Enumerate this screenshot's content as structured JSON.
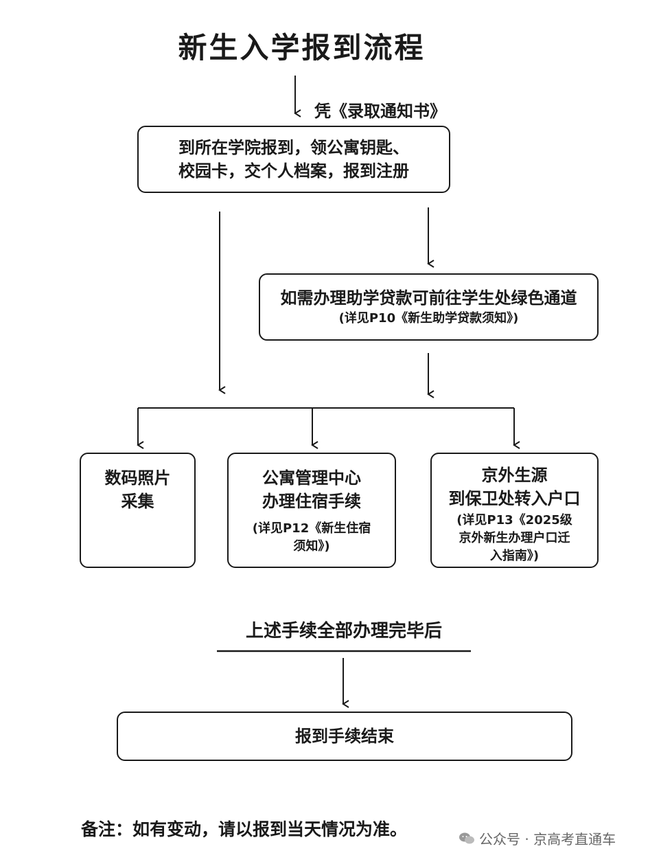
{
  "title": "新生入学报到流程",
  "condition": "凭《录取通知书》",
  "step1": {
    "line1": "到所在学院报到，领公寓钥匙、",
    "line2": "校园卡，交个人档案，报到注册"
  },
  "loan": {
    "main": "如需办理助学贷款可前往学生处绿色通道",
    "sub": "(详见P10《新生助学贷款须知》)"
  },
  "photo": {
    "line1": "数码照片",
    "line2": "采集"
  },
  "dorm": {
    "line1": "公寓管理中心",
    "line2": "办理住宿手续",
    "sub1": "(详见P12《新生住宿",
    "sub2": "须知》)"
  },
  "hukou": {
    "line1": "京外生源",
    "line2": "到保卫处转入户口",
    "sub1": "(详见P13《2025级",
    "sub2": "京外新生办理户口迁",
    "sub3": "入指南》)"
  },
  "after_text": "上述手续全部办理完毕后",
  "end": "报到手续结束",
  "note": "备注：如有变动，请以报到当天情况为准。",
  "watermark": "公众号 · 京高考直通车"
}
